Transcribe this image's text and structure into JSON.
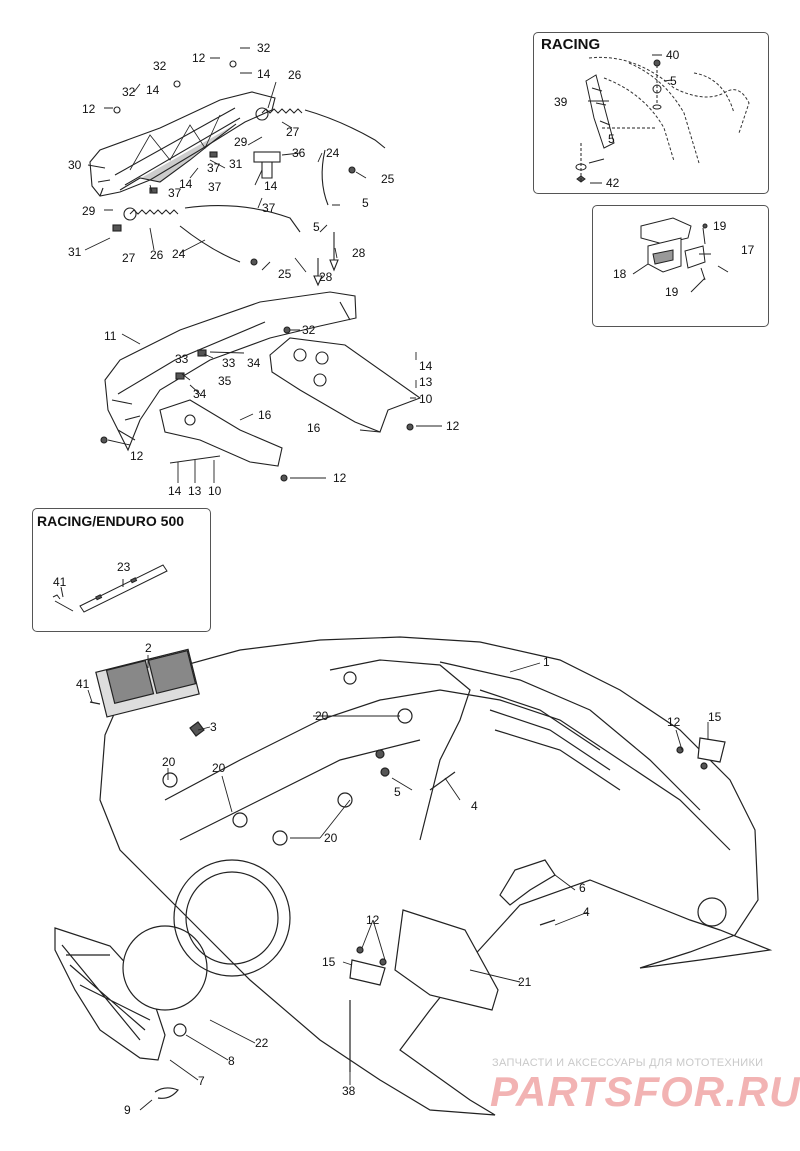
{
  "insets": {
    "racing": "RACING",
    "racing_enduro": "RACING/ENDURO 500"
  },
  "watermark": {
    "caption": "ЗАПЧАСТИ И АКСЕССУАРЫ ДЛЯ МОТОТЕХНИКИ",
    "logo": "PARTSFOR.RU"
  },
  "callouts": {
    "c1": "1",
    "c2": "2",
    "c3": "3",
    "c4a": "4",
    "c4b": "4",
    "c5a": "5",
    "c5b": "5",
    "c5c": "5",
    "c5d": "5",
    "c5e": "5",
    "c6": "6",
    "c7": "7",
    "c8": "8",
    "c9": "9",
    "c10a": "10",
    "c10b": "10",
    "c11": "11",
    "c12a": "12",
    "c12b": "12",
    "c12c": "12",
    "c12d": "12",
    "c12e": "12",
    "c12f": "12",
    "c12g": "12",
    "c13a": "13",
    "c13b": "13",
    "c14a": "14",
    "c14b": "14",
    "c14c": "14",
    "c14d": "14",
    "c14e": "14",
    "c14f": "14",
    "c15a": "15",
    "c15b": "15",
    "c16a": "16",
    "c16b": "16",
    "c17": "17",
    "c18": "18",
    "c19a": "19",
    "c19b": "19",
    "c20a": "20",
    "c20b": "20",
    "c20c": "20",
    "c20d": "20",
    "c21": "21",
    "c22": "22",
    "c23": "23",
    "c24a": "24",
    "c24b": "24",
    "c25a": "25",
    "c25b": "25",
    "c26a": "26",
    "c26b": "26",
    "c27a": "27",
    "c27b": "27",
    "c28a": "28",
    "c28b": "28",
    "c29a": "29",
    "c29b": "29",
    "c30": "30",
    "c31a": "31",
    "c31b": "31",
    "c32a": "32",
    "c32b": "32",
    "c32c": "32",
    "c32d": "32",
    "c33a": "33",
    "c33b": "33",
    "c34a": "34",
    "c34b": "34",
    "c35": "35",
    "c36": "36",
    "c37a": "37",
    "c37b": "37",
    "c37c": "37",
    "c38": "38",
    "c39": "39",
    "c40": "40",
    "c41a": "41",
    "c41b": "41",
    "c42": "42"
  }
}
